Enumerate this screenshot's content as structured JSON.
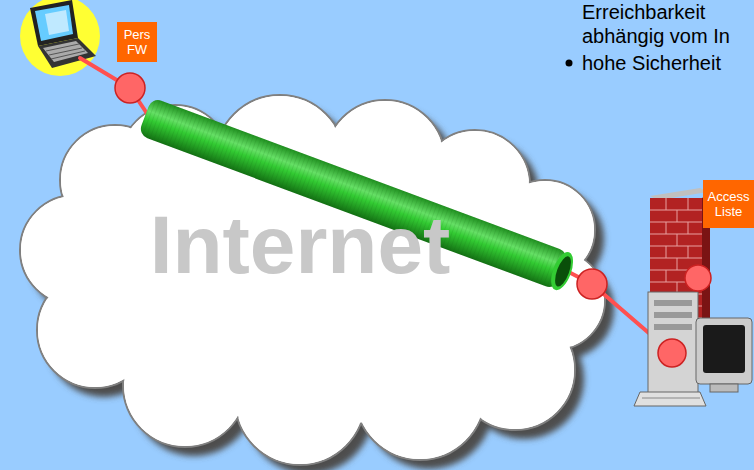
{
  "diagram": {
    "nodes": [
      {
        "text": [
          "Pers FW"
        ]
      },
      {
        "text": [
          "Access Liste"
        ]
      }
    ],
    "labels": [
      "Internet",
      "Erreichbarkeit abhängig vom In",
      "hohe Sicherheit"
    ]
  }
}
